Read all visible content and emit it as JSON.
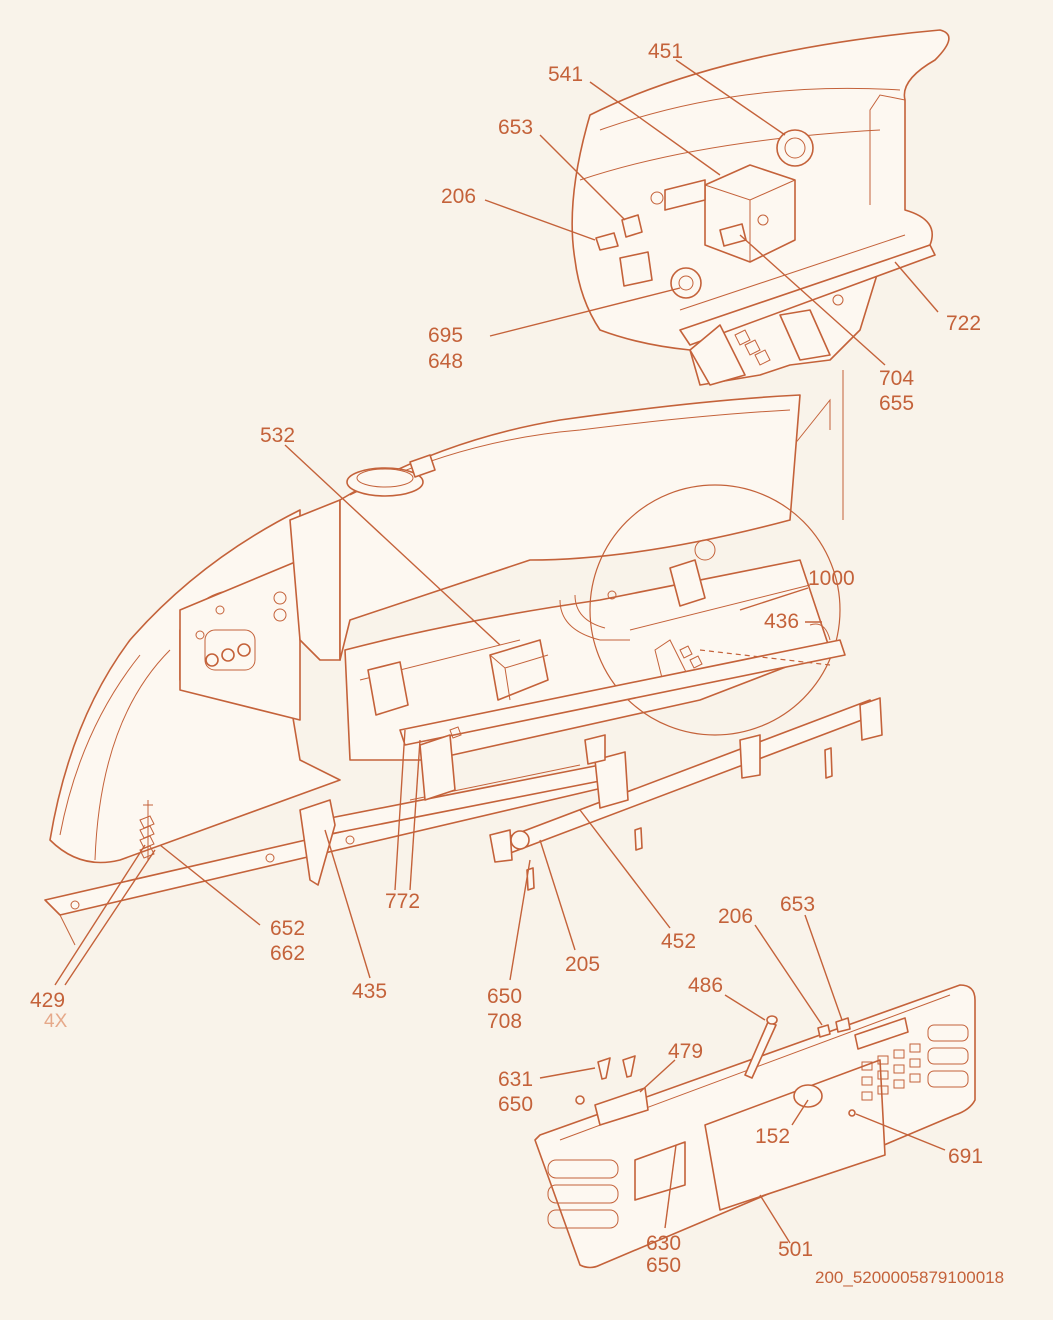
{
  "diagram": {
    "callouts": {
      "c451": "451",
      "c541": "541",
      "c653_top": "653",
      "c206_top": "206",
      "c695": "695",
      "c648": "648",
      "c722": "722",
      "c704": "704",
      "c655": "655",
      "c532": "532",
      "c1000": "1000",
      "c436": "436",
      "c772": "772",
      "c652": "652",
      "c662": "662",
      "c429": "429",
      "c429_qty": "4X",
      "c435": "435",
      "c650_a": "650",
      "c708": "708",
      "c205": "205",
      "c452": "452",
      "c206_bot": "206",
      "c653_bot": "653",
      "c486": "486",
      "c479": "479",
      "c631": "631",
      "c650_b": "650",
      "c152": "152",
      "c691": "691",
      "c630": "630",
      "c650_c": "650",
      "c501": "501"
    },
    "drawing_code": "200_5200005879100018",
    "colors": {
      "line": "#c4623a",
      "quantity": "#e6a98a",
      "background": "#f9f3ea"
    }
  }
}
